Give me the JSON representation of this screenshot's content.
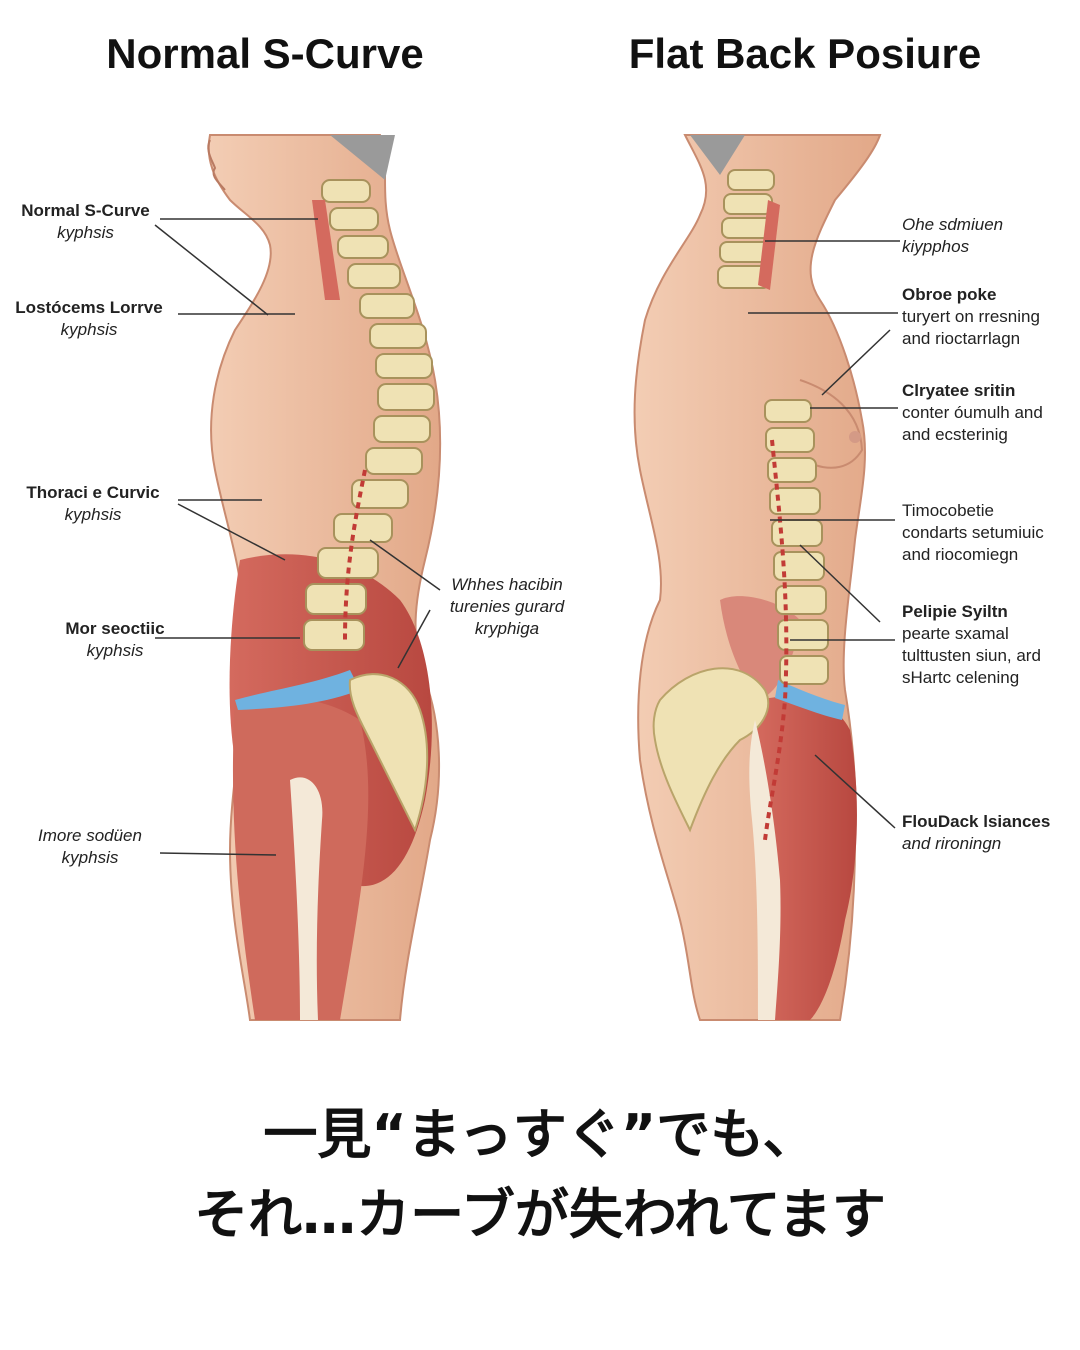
{
  "titles": {
    "left": "Normal S-Curve",
    "right": "Flat Back Posiure"
  },
  "left_labels": [
    {
      "line1": "Normal S-Curve",
      "line2": "kyphsis"
    },
    {
      "line1": "Lostócems Lorrve",
      "line2": "kyphsis"
    },
    {
      "line1": "Thoraci e Curvic",
      "line2": "kyphsis"
    },
    {
      "line1": "Mor seoctiic",
      "line2": "kyphsis"
    },
    {
      "line1": "Imore sodüen",
      "line2": "kyphsis"
    }
  ],
  "center_label": {
    "line1": "Whhes hacibin",
    "line2": "turenies gurard",
    "line3": "kryphiga"
  },
  "right_labels": [
    {
      "line1": "Ohe sdmiuen",
      "line2": "kiypphos",
      "line3": ""
    },
    {
      "line1": "Obroe poke",
      "line2": "turyert on rresning",
      "line3": "and rioctarrlagn"
    },
    {
      "line1": "Clryatee sritin",
      "line2": "conter óumulh and",
      "line3": "and ecsterinig"
    },
    {
      "line1": "Timocobetie",
      "line2": "condarts setumiuic",
      "line3": "and riocomiegn"
    },
    {
      "line1": "Pelipie Syiltn",
      "line2": "pearte sxamal",
      "line3": "tulttusten siun, ard"
    },
    {
      "line1": "sHartc celening",
      "line2": "",
      "line3": ""
    },
    {
      "line1": "FlouDack lsiances",
      "line2": "and rironingn",
      "line3": ""
    }
  ],
  "caption": {
    "line1": "一見“まっすぐ”でも、",
    "line2": "それ…カーブが失われてます"
  },
  "colors": {
    "skin": "#efc4a8",
    "skin_shade": "#d9987c",
    "muscle": "#c9574f",
    "bone": "#efe2b4",
    "disc": "#6fb2e0"
  }
}
